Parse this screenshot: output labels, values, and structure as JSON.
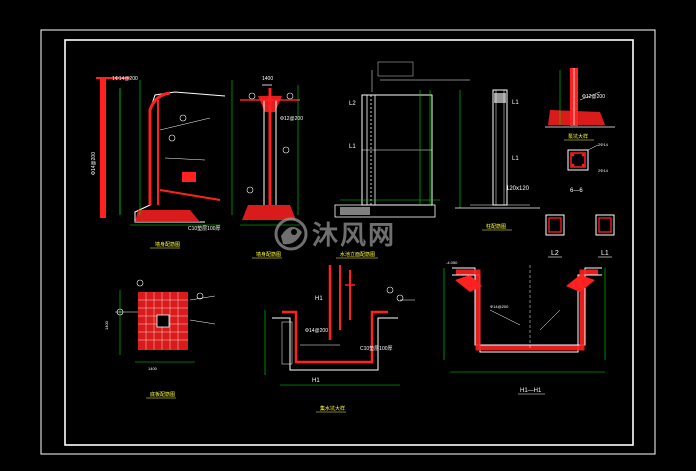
{
  "colors": {
    "background": "#000000",
    "frame": "#ffffff",
    "rebar": "#ff2020",
    "dimension": "#00e000",
    "concrete": "#ffffff",
    "annotation": "#ffff40",
    "watermark": "#9a9a9a"
  },
  "watermark": {
    "text": "沐风网",
    "logo_icon": "mufeng-logo-icon"
  },
  "drawings": [
    {
      "id": "wall-section-1",
      "title": "墙身配筋图",
      "labels": [
        "1Φ14@200",
        "Φ14@200",
        "C10垫层100厚"
      ]
    },
    {
      "id": "wall-section-2",
      "title": "墙身配筋图",
      "labels": [
        "1400",
        "Φ12@200"
      ]
    },
    {
      "id": "tank-wall-elevation",
      "title": "水池立面配筋图",
      "labels": [
        "L1",
        "L2"
      ]
    },
    {
      "id": "column-elevation",
      "title": "柱配筋图",
      "labels": [
        "L1",
        "120x120"
      ]
    },
    {
      "id": "detail-top-right",
      "title": "泵坑大样",
      "labels": [
        "Φ12@200"
      ]
    },
    {
      "id": "section-6-6",
      "title": "6—6",
      "labels": [
        "2Φ14",
        "2Φ14"
      ]
    },
    {
      "id": "section-l2",
      "title": "L2",
      "labels": []
    },
    {
      "id": "section-l1",
      "title": "L1",
      "labels": []
    },
    {
      "id": "plan-reinforcement",
      "title": "底板配筋图",
      "labels": [
        "1400",
        "1400"
      ]
    },
    {
      "id": "sump-section",
      "title": "集水坑大样",
      "labels": [
        "H1",
        "Φ14@200",
        "C10垫层100厚"
      ]
    },
    {
      "id": "section-h1",
      "title": "H1—H1",
      "labels": [
        "-4.050",
        "Φ14@200"
      ]
    }
  ]
}
